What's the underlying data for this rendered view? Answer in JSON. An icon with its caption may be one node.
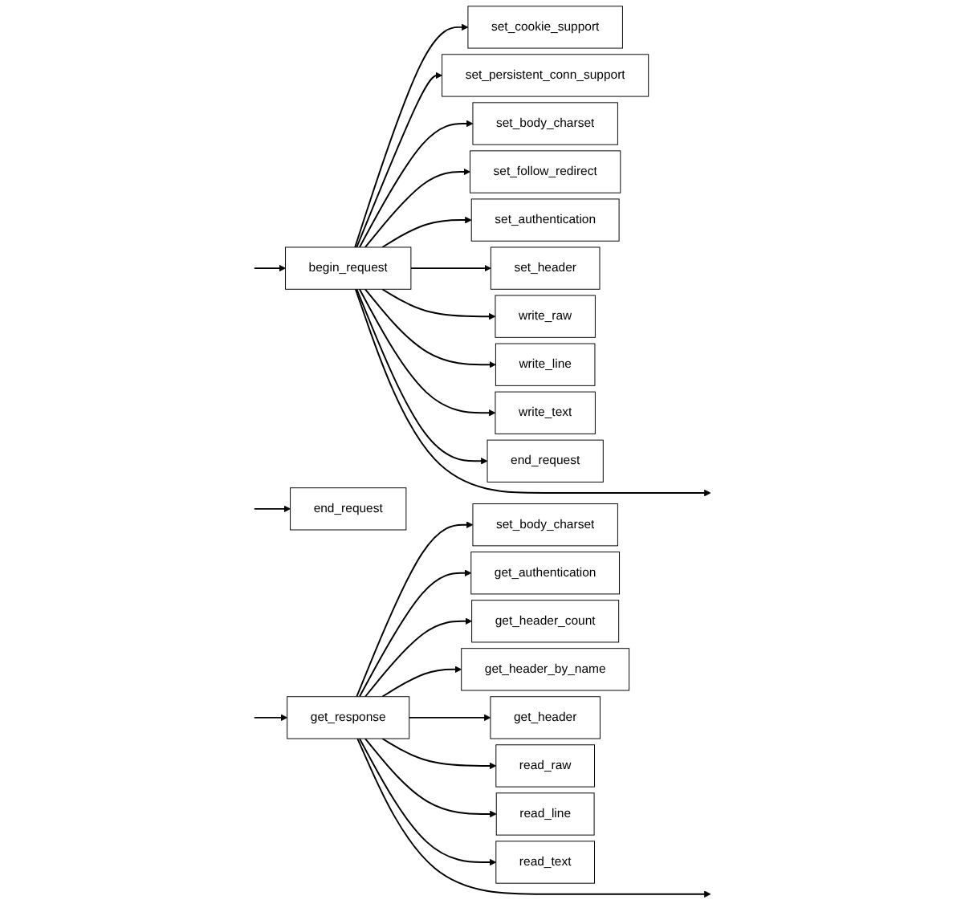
{
  "diagram": {
    "nodes": [
      {
        "text": [
          "begin_request"
        ]
      },
      {
        "text": [
          "set_cookie_support"
        ]
      },
      {
        "text": [
          "set_persistent_conn_support"
        ]
      },
      {
        "text": [
          "set_body_charset"
        ]
      },
      {
        "text": [
          "set_follow_redirect"
        ]
      },
      {
        "text": [
          "set_authentication"
        ]
      },
      {
        "text": [
          "set_header"
        ]
      },
      {
        "text": [
          "write_raw"
        ]
      },
      {
        "text": [
          "write_line"
        ]
      },
      {
        "text": [
          "write_text"
        ]
      },
      {
        "text": [
          "end_request"
        ]
      },
      {
        "text": [
          "get_response"
        ]
      },
      {
        "text": [
          "set_body_charset"
        ]
      },
      {
        "text": [
          "get_authentication"
        ]
      },
      {
        "text": [
          "get_header_count"
        ]
      },
      {
        "text": [
          "get_header_by_name"
        ]
      },
      {
        "text": [
          "get_header"
        ]
      },
      {
        "text": [
          "read_raw"
        ]
      },
      {
        "text": [
          "read_line"
        ]
      },
      {
        "text": [
          "read_text"
        ]
      },
      {
        "text": [
          "end_request"
        ]
      }
    ],
    "edges": [
      {
        "from": null,
        "to": 0,
        "arrow": "to"
      },
      {
        "from": 0,
        "to": 1,
        "arrow": "to"
      },
      {
        "from": 0,
        "to": 2,
        "arrow": "to"
      },
      {
        "from": 0,
        "to": 3,
        "arrow": "to"
      },
      {
        "from": 0,
        "to": 4,
        "arrow": "to"
      },
      {
        "from": 0,
        "to": 5,
        "arrow": "to"
      },
      {
        "from": 0,
        "to": 6,
        "arrow": "to"
      },
      {
        "from": 0,
        "to": 7,
        "arrow": "to"
      },
      {
        "from": 0,
        "to": 8,
        "arrow": "to"
      },
      {
        "from": 0,
        "to": 9,
        "arrow": "to"
      },
      {
        "from": 0,
        "to": 10,
        "arrow": "to"
      },
      {
        "from": 0,
        "to": null,
        "arrow": "to"
      },
      {
        "from": null,
        "to": 11,
        "arrow": "to"
      },
      {
        "from": 11,
        "to": 12,
        "arrow": "to"
      },
      {
        "from": 11,
        "to": 13,
        "arrow": "to"
      },
      {
        "from": 11,
        "to": 14,
        "arrow": "to"
      },
      {
        "from": 11,
        "to": 15,
        "arrow": "to"
      },
      {
        "from": 11,
        "to": 16,
        "arrow": "to"
      },
      {
        "from": 11,
        "to": 17,
        "arrow": "to"
      },
      {
        "from": 11,
        "to": 18,
        "arrow": "to"
      },
      {
        "from": 11,
        "to": 19,
        "arrow": "to"
      },
      {
        "from": 11,
        "to": null,
        "arrow": "to"
      },
      {
        "from": null,
        "to": 20,
        "arrow": "to"
      }
    ]
  }
}
